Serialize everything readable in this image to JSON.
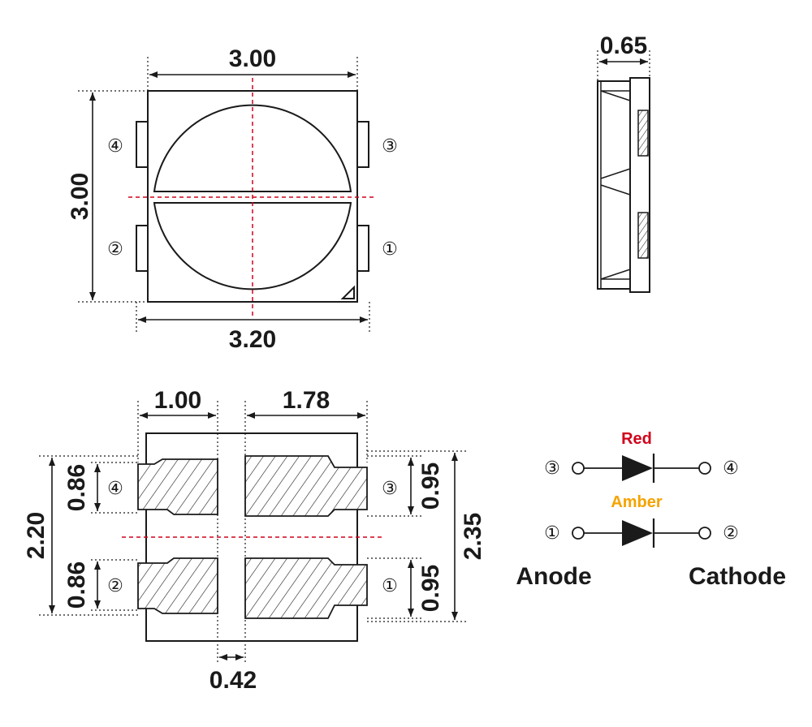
{
  "top_view": {
    "width_label": "3.00",
    "height_label": "3.00",
    "overall_width_label": "3.20",
    "pins": {
      "p1": "①",
      "p2": "②",
      "p3": "③",
      "p4": "④"
    }
  },
  "side_view": {
    "thickness_label": "0.65"
  },
  "footprint": {
    "pad_width_left_label": "1.00",
    "pad_width_right_label": "1.78",
    "gap_label": "0.42",
    "pad_height_left_top_label": "0.86",
    "pad_height_left_bottom_label": "0.86",
    "pad_height_right_top_label": "0.95",
    "pad_height_right_bottom_label": "0.95",
    "total_height_left_label": "2.20",
    "total_height_right_label": "2.35",
    "pins": {
      "p1": "①",
      "p2": "②",
      "p3": "③",
      "p4": "④"
    }
  },
  "schematic": {
    "red_label": "Red",
    "amber_label": "Amber",
    "anode_label": "Anode",
    "cathode_label": "Cathode",
    "pin_top_left": "③",
    "pin_top_right": "④",
    "pin_bottom_left": "①",
    "pin_bottom_right": "②"
  },
  "colors": {
    "red": "#d0021b",
    "amber": "#f5a300",
    "line": "#1a1a1a"
  }
}
